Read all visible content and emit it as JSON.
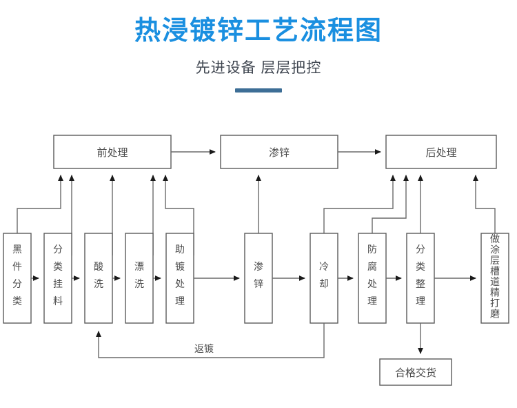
{
  "header": {
    "title": "热浸镀锌工艺流程图",
    "subtitle": "先进设备 层层把控",
    "title_color": "#1a8fe0",
    "subtitle_color": "#3f4650",
    "divider_color": "#3d6e96"
  },
  "diagram": {
    "type": "flowchart",
    "line_color": "#6a6a6a",
    "box_fill": "#ffffff",
    "stage_boxes": [
      {
        "id": "pre-treatment",
        "label": "前处理"
      },
      {
        "id": "zinc-infiltration-stage",
        "label": "渗锌"
      },
      {
        "id": "post-treatment",
        "label": "后处理"
      }
    ],
    "process_boxes": [
      {
        "id": "black-part-sorting",
        "label": "黑件分类",
        "chars": [
          "黑",
          "件",
          "分",
          "类"
        ]
      },
      {
        "id": "sorting-hanging",
        "label": "分类挂料",
        "chars": [
          "分",
          "类",
          "挂",
          "料"
        ]
      },
      {
        "id": "pickling",
        "label": "酸洗",
        "chars": [
          "酸",
          "洗"
        ]
      },
      {
        "id": "rinsing",
        "label": "漂洗",
        "chars": [
          "漂",
          "洗"
        ]
      },
      {
        "id": "fluxing",
        "label": "助镀处理",
        "chars": [
          "助",
          "镀",
          "处",
          "理"
        ]
      },
      {
        "id": "zinc-infiltration",
        "label": "渗锌",
        "chars": [
          "渗",
          "锌"
        ]
      },
      {
        "id": "cooling",
        "label": "冷却",
        "chars": [
          "冷",
          "却"
        ]
      },
      {
        "id": "anticorrosion",
        "label": "防腐处理",
        "chars": [
          "防",
          "腐",
          "处",
          "理"
        ]
      },
      {
        "id": "sorting-finishing",
        "label": "分类整理",
        "chars": [
          "分",
          "类",
          "整",
          "理"
        ]
      },
      {
        "id": "coating-groove-grinding",
        "label": "做涂层槽道精打磨",
        "chars": [
          "做",
          "涂",
          "层",
          "槽",
          "道",
          "精",
          "打",
          "磨"
        ]
      }
    ],
    "terminal_boxes": [
      {
        "id": "qualified-delivery",
        "label": "合格交货"
      }
    ],
    "edge_labels": [
      {
        "id": "rework-plating",
        "label": "返镀"
      }
    ]
  }
}
